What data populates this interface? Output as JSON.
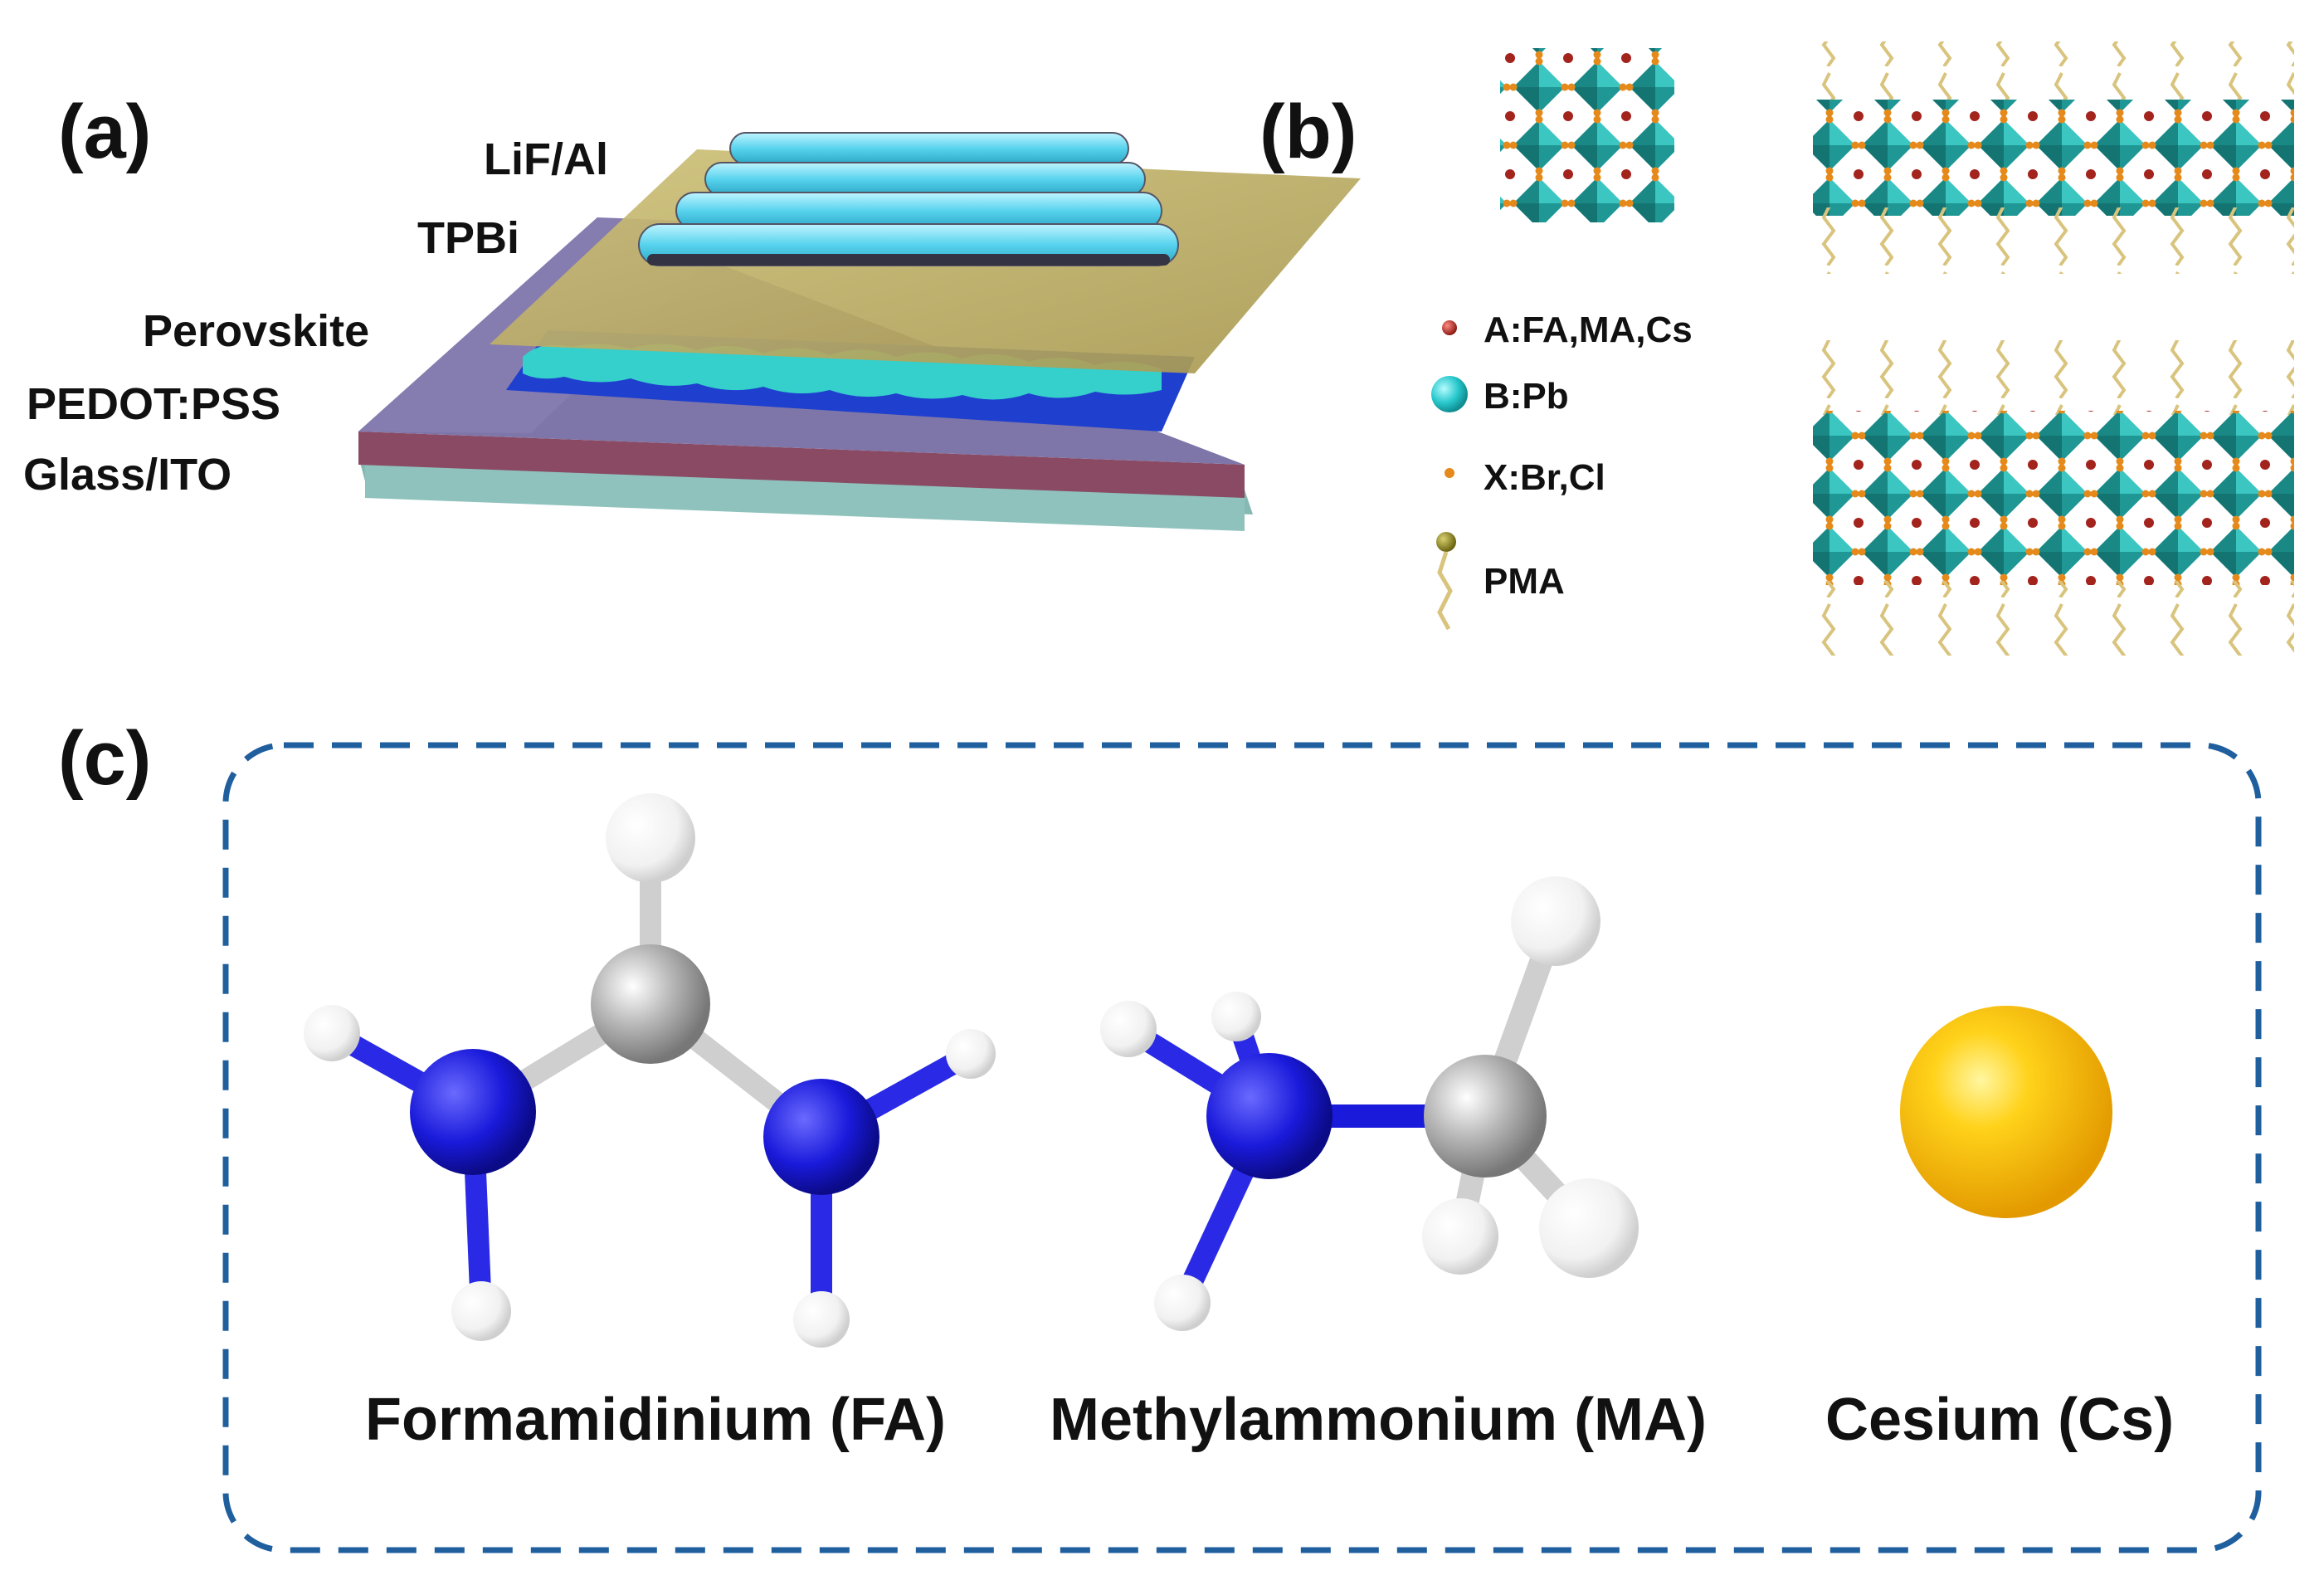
{
  "panels": {
    "a": {
      "label": "(a)",
      "layers": [
        "LiF/Al",
        "TPBi",
        "Perovskite",
        "PEDOT:PSS",
        "Glass/ITO"
      ]
    },
    "b": {
      "label": "(b)",
      "legend": [
        {
          "text": "A:FA,MA,Cs",
          "symbol": "red-sphere-icon"
        },
        {
          "text": "B:Pb",
          "symbol": "cyan-sphere-icon"
        },
        {
          "text": "X:Br,Cl",
          "symbol": "orange-dot-icon"
        },
        {
          "text": "PMA",
          "symbol": "pma-chain-icon"
        }
      ]
    },
    "c": {
      "label": "(c)",
      "molecules": [
        "Formamidinium (FA)",
        "Methylammonium (MA)",
        "Cesium (Cs)"
      ]
    }
  },
  "colors": {
    "nitrogen": "#1a1adb",
    "carbon": "#a6a6a6",
    "hydrogen": "#f4f4f4",
    "cesium": "#f5b800",
    "octahedron": "#1e9d9a",
    "a_site": "#a3231d",
    "x_site": "#e58a1a",
    "pma": "#d9c47e",
    "dashed_box": "#1f5f9e"
  }
}
